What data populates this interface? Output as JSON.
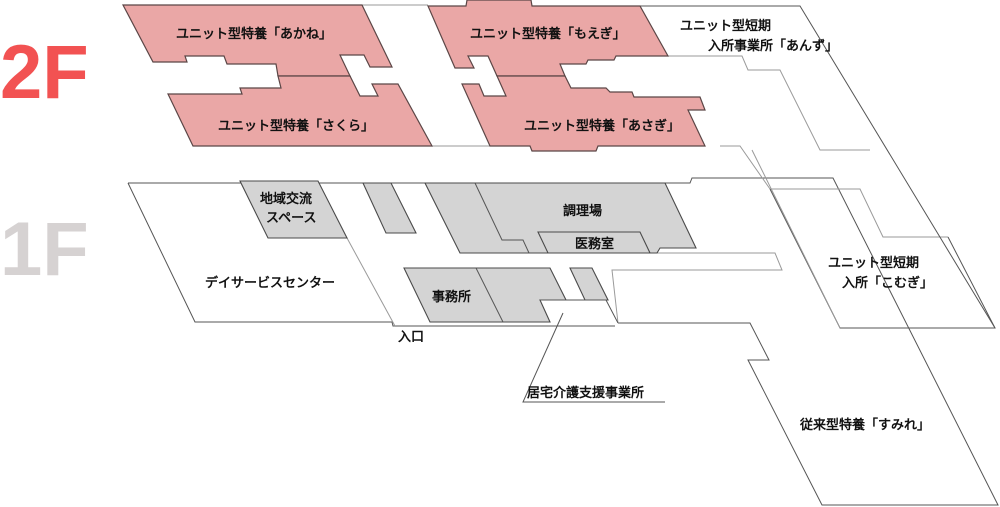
{
  "floors": {
    "second": {
      "label": "2F",
      "color": "#f25252"
    },
    "first": {
      "label": "1F",
      "color": "#d6d2d2"
    }
  },
  "rooms_2f": {
    "akane": "ユニット型特養「あかね」",
    "sakura": "ユニット型特養「さくら」",
    "moegi": "ユニット型特養「もえぎ」",
    "asagi": "ユニット型特養「あさぎ」",
    "anzu_line1": "ユニット型短期",
    "anzu_line2": "入所事業所「あんず」"
  },
  "rooms_1f": {
    "chiiki_line1": "地域交流",
    "chiiki_line2": "スペース",
    "day_service": "デイサービスセンター",
    "entrance": "入口",
    "kitchen": "調理場",
    "medical": "医務室",
    "office": "事務所",
    "care_support": "居宅介護支援事業所",
    "komugi_line1": "ユニット型短期",
    "komugi_line2": "入所「こむぎ」",
    "sumire": "従来型特養「すみれ」"
  },
  "colors": {
    "unit_fill": "#eaa7a6",
    "room_fill": "#d4d4d4"
  }
}
